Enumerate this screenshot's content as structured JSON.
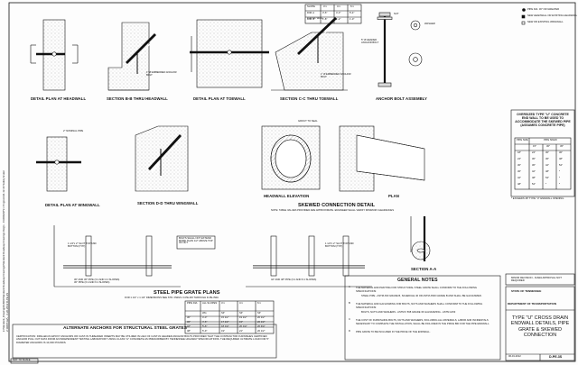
{
  "left_margin_lines": [
    "k:\\Standard_Drawings\\CADD\\Standard Roadway Drawings\\Standard Roadway Drawings Dwg's - CURRENT\\In Progress\\11-12-30 Safety Grate\\",
    "2:1\\RDT-E2\\... 6-26-2012 D-PE-3S"
  ],
  "top_table": {
    "headers": [
      "SLOPE",
      "3:1",
      "4:1",
      "6:1"
    ],
    "rows": [
      [
        "DIM. A",
        "3'-6\"",
        "4'-3\"",
        "5'-4\""
      ],
      [
        "DIM. B",
        "1'-8\"",
        "1'-2\"",
        "1'-0\""
      ]
    ]
  },
  "legend": [
    "PIPE DIA. 30\" OR GREATER",
    "NEW HEADWALL OR EXISTING HEADWALL",
    "NEW OR EXISTING WINGWALL"
  ],
  "views": {
    "detail_plan_headwall": "DETAIL PLAN AT HEADWALL",
    "section_b": "SECTION B-B THRU HEADWALL",
    "detail_plan_toewall": "DETAIL PLAN AT TOEWALL",
    "section_c": "SECTION C-C THRU TOEWALL",
    "anchor_bolt": "ANCHOR BOLT ASSEMBLY",
    "detail_plan_wingwall": "DETAIL PLAN AT WINGWALL",
    "section_d": "SECTION D-D THRU WINGWALL",
    "headwall_elevation": "HEADWALL ELEVATION",
    "plan": "PLAN",
    "skewed_title": "SKEWED CONNECTION DETAIL",
    "skewed_note": "NOTE: TABLE VALUES PROVIDED ARE APPROXIMATE. ENGINEER SHALL VERIFY MINIMUM CLEARANCES",
    "section_a": "SECTION A-A",
    "grate_plans_title": "STEEL PIPE GRATE PLANS",
    "grate_plans_sub": "FOR 1 1/2\" x 1 1/2\" DIMENSIONS SEE STD. DWGS. D-PE-3W THROUGH D-PE-3WA",
    "grate_left_caption": "30\" AND 36\" PIPE (3:1 AND 4:1 SLOPES)\n30\" PIPE (6:1 AND 6:1 SLOPES)",
    "grate_right_caption": "42\" AND 48\" PIPE (3:1 AND 6:1 SLOPES)"
  },
  "labels": {
    "anchor_bolt_l": "1\" Ø EMBEDDED ANCHOR BOLT",
    "anchor_bolt_r": "5\" Ø HEADED ANCHOR BOLT",
    "toe_of_wall": "TOP OF WALL",
    "nut": "NUT",
    "washer": "WASHER",
    "grout": "GROUT TO SEAL",
    "bolt_note": "BOLTS SHALL NOT EXTEND MORE THAN 1/2\" ABOVE TOP OF NUT",
    "slot_top_l": "1 1/4\"x 2\" SLOT TOP AND BOTTOM (TYP)",
    "slot_top_r": "1 1/4\"x 2\" SLOT TOP AND BOTTOM (TYP)",
    "nominal": "2\" NOMINAL PIPE",
    "not_to_scale": "NOT TO SCALE"
  },
  "oversized_box": {
    "title": "OVERSIZED TYPE \"U\" CONCRETE END WALL TO BE USED TO ACCOMMODATE THE SKEWED PIPE (ASSUMES CONCRETE PIPE)",
    "headers": [
      "",
      "PIPE SKEW"
    ],
    "subheaders": [
      "PIPE SIZE",
      "15°",
      "30°",
      "45°"
    ],
    "rows": [
      [
        "18\"",
        "24\"",
        "30\"",
        "36\""
      ],
      [
        "24\"",
        "30\"",
        "36\"",
        "48\""
      ],
      [
        "30\"",
        "36\"",
        "42\"",
        "54\""
      ],
      [
        "36\"",
        "42\"",
        "48\"",
        "*"
      ],
      [
        "42\"",
        "48\"",
        "54\"",
        "*"
      ],
      [
        "48\"",
        "54\"",
        "*",
        "*"
      ]
    ],
    "footnote": "* EXCEEDS 48\" TYPE \"U\" ENDWALL OPENING"
  },
  "grate_table": {
    "headers": [
      "PIPE DIA.",
      "ALL SLOPES",
      "3:1",
      "4:1",
      "6:1"
    ],
    "sub": [
      "",
      "WG",
      "SP",
      "SP",
      "SP"
    ],
    "rows": [
      [
        "30\"",
        "4'-0\"",
        "15 1/2\"",
        "19 1/2\"",
        "20 1/2\""
      ],
      [
        "36\"",
        "4'-6\"",
        "17 1/2\"",
        "19\"",
        "20 1/2\""
      ],
      [
        "42\"",
        "5'-6\"",
        "18 1/4\"",
        "20 1/4\"",
        "20 3/4\""
      ],
      [
        "48\"",
        "5'-9\"",
        "19\"",
        "21\"",
        "20 1/2\""
      ]
    ]
  },
  "alt_anchors": {
    "title": "ALTERNATE ANCHORS FOR STRUCTURAL STEEL GRATES",
    "body": "CERTIFICATION: DRILLED-IN EPOXY ANCHORS OR CAST-IN THREADED INSERTS MAY BE UTILIZED IN LIEU OF CAST-IN HEADED ANCHOR BOLTS PROVIDED THAT THE CONTRACTOR FURNISHES CERTIFIED ANCHOR PULL OUT DATA FROM AN INDEPENDENT TESTING LABORATORY USING CLASS \"A\" CONCRETE AS PRESCRIBED BY TENNESSEE HIGHWAY SPECIFICATIONS. THE REQUIRED ULTIMATE LOAD FOR 5\" DIAMETER ANCHORS IS 10,000 POUNDS."
  },
  "general_notes": {
    "title": "GENERAL NOTES",
    "items": [
      {
        "n": "A",
        "text": "THE MATERIAL AND PAINTING FOR STRUCTURAL STEEL GRATE SHALL CONFORM TO THE FOLLOWING SPECIFICATIONS:"
      },
      {
        "n": "",
        "text": "STEEL PIPE - ASTM A53 GRADE B, SCHEDULE 40 OR ASTM A500 GRADE B AND SHALL BE GALVANIZED."
      },
      {
        "n": "B",
        "text": "THE MATERIAL AND GALVANIZING FOR BOLTS, NUTS AND WASHERS SHALL CONFORM TO THE FOLLOWING SPECIFICATIONS:"
      },
      {
        "n": "",
        "text": "BOLTS, NUTS AND WASHERS - ASTM F 568 GRADE 36 GALVANIZING - ASTM A153"
      },
      {
        "n": "C",
        "text": "THE COST OF FURNISHING BOLTS, NUTS AND WASHERS, INCLUDING ALL MATERIALS, LABOR AND INCIDENTALS NECESSARY TO COMPLETE THE INSTALLATION, SHALL BE INCLUDED IN THE PRICE BID FOR THE PIPE ENDWALL."
      },
      {
        "n": "D",
        "text": "PIPE GRATE TO BE INCLUDED IN THE PRICE OF THE ENDWALL."
      }
    ]
  },
  "revision_box": "MINOR REVISION - FHWA APPROVAL NOT REQUIRED",
  "title_block": {
    "state": "STATE OF TENNESSEE",
    "dept": "DEPARTMENT OF TRANSPORTATION",
    "title": "TYPE \"U\" CROSS DRAIN ENDWALL DETAILS, PIPE GRATE & SKEWED CONNECTION",
    "date": "06-01-2012",
    "dwg": "D-PE-3S"
  }
}
